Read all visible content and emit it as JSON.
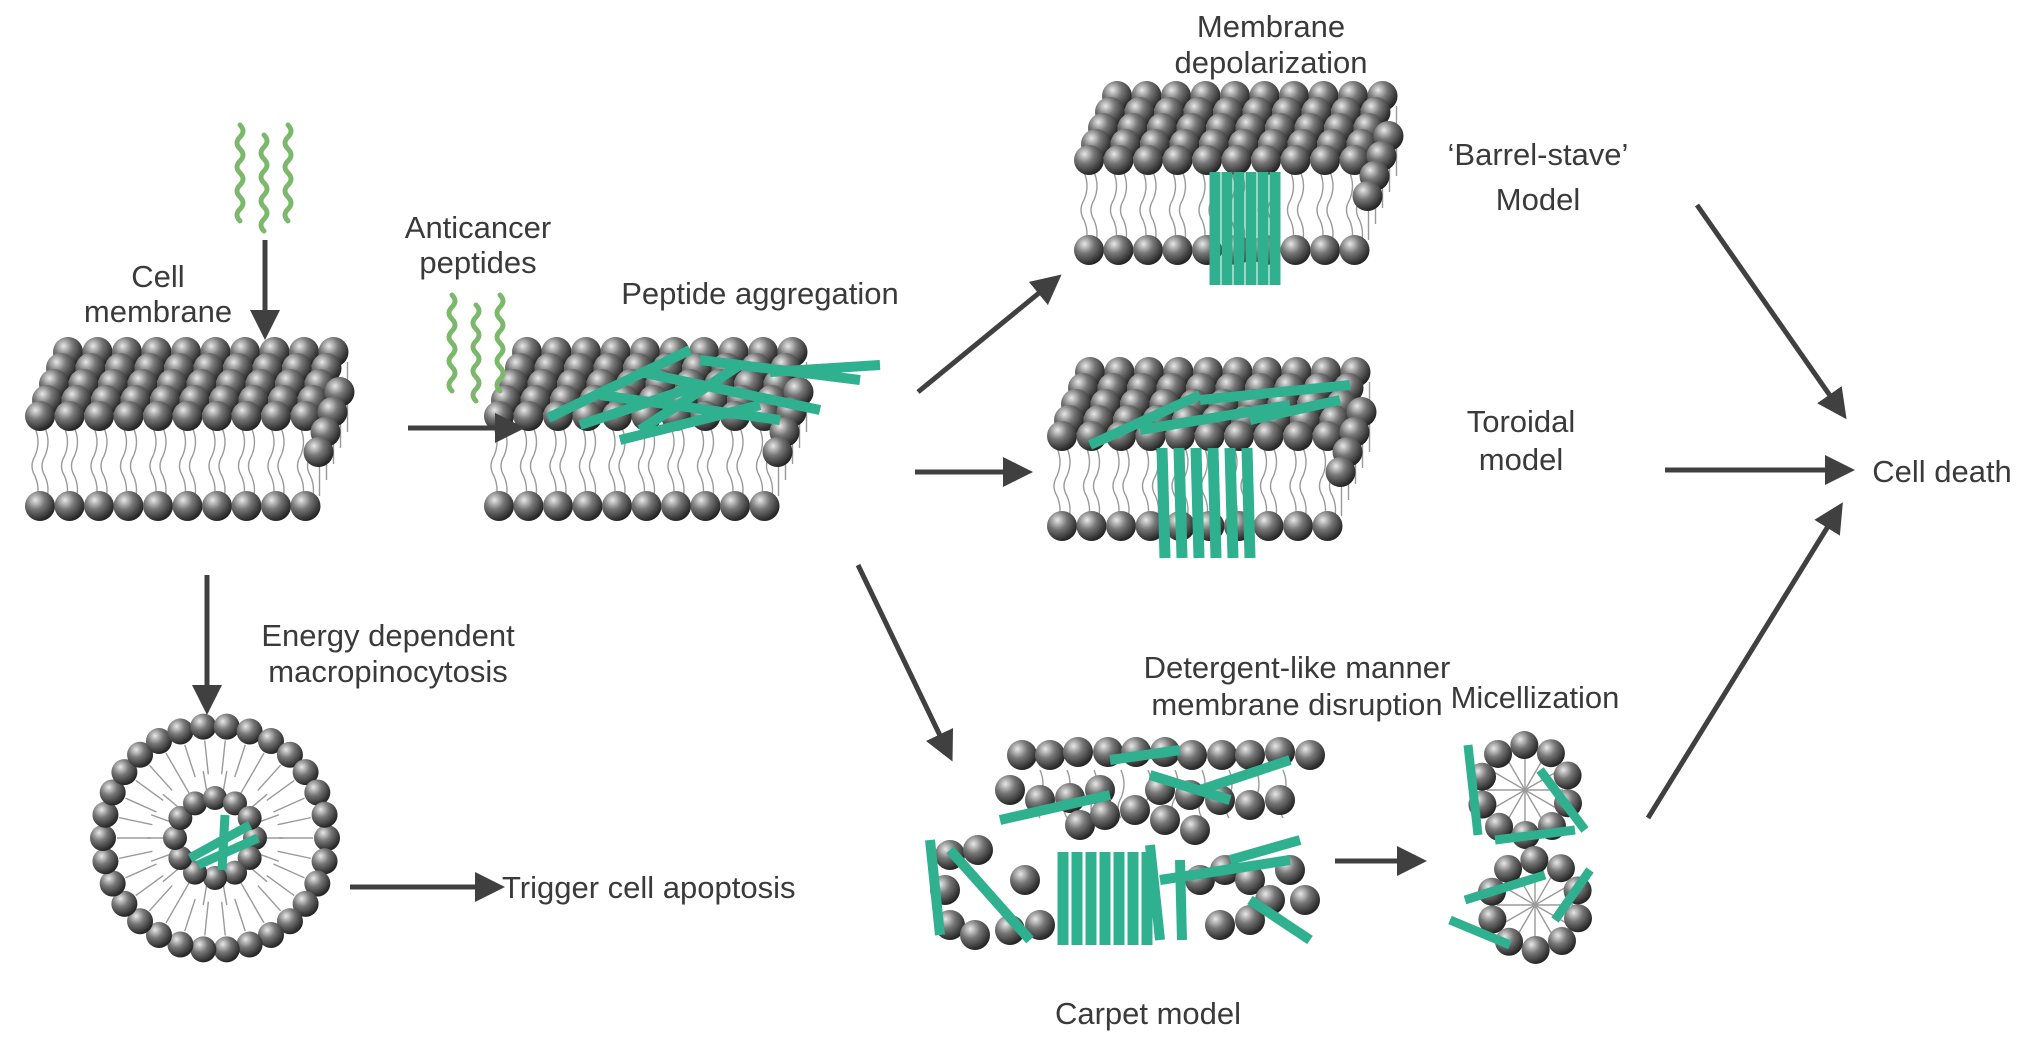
{
  "labels": {
    "cell_membrane": [
      "Cell",
      "membrane"
    ],
    "anticancer_peptides": [
      "Anticancer",
      "peptides"
    ],
    "peptide_aggregation": "Peptide aggregation",
    "membrane_depolarization": [
      "Membrane",
      "depolarization"
    ],
    "barrel_stave": [
      "‘Barrel-stave’",
      "Model"
    ],
    "toroidal": [
      "Toroidal",
      "model"
    ],
    "cell_death": "Cell death",
    "energy_dependent": [
      "Energy dependent",
      "macropinocytosis"
    ],
    "trigger_apoptosis": "Trigger cell apoptosis",
    "detergent_like": [
      "Detergent-like manner",
      "membrane disruption"
    ],
    "micellization": "Micellization",
    "carpet_model": "Carpet model"
  },
  "colors": {
    "peptide": "#2fb08e",
    "peptide_wave": "#7cb86c",
    "lipid_head": "#5a5a5a",
    "arrow": "#404040"
  }
}
